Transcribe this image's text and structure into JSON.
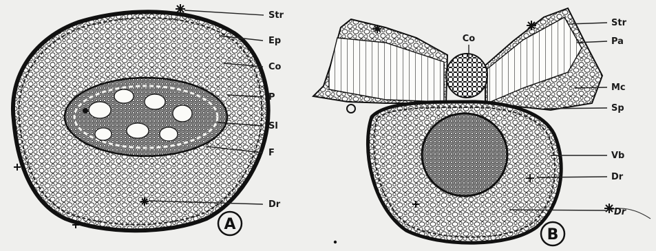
{
  "figure": {
    "panels": [
      {
        "id": "A",
        "letter": "A",
        "labels": [
          "Str",
          "Ep",
          "Co",
          "P",
          "Sl",
          "F",
          "Dr"
        ]
      },
      {
        "id": "B",
        "letter": "B",
        "labels": [
          "Co",
          "Str",
          "Pa",
          "Mc",
          "Sp",
          "Vb",
          "Dr",
          "Dr"
        ]
      }
    ]
  }
}
